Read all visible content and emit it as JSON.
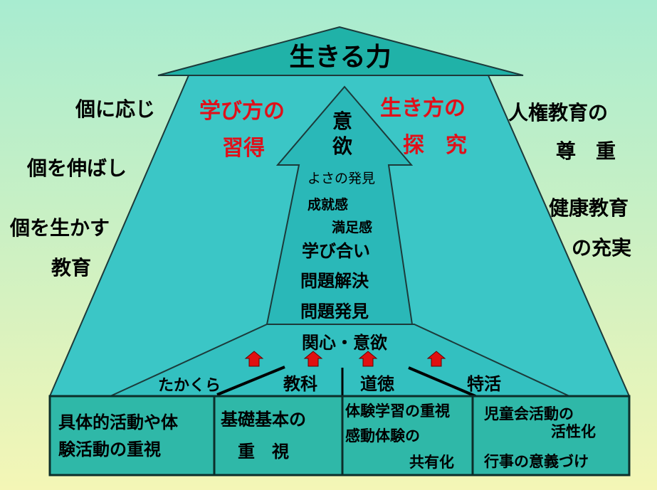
{
  "title": "生きる力",
  "left_labels": [
    "個に応じ",
    "個を伸ばし",
    "個を生かす",
    "教育"
  ],
  "right_labels": [
    "人権教育の",
    "尊　重",
    "健康教育",
    "の充実"
  ],
  "red_left": [
    "学び方の",
    "習得"
  ],
  "red_right": [
    "生き方の",
    "探　究"
  ],
  "arrow_head": [
    "意",
    "欲"
  ],
  "arrow_shaft": [
    "よさの発見",
    "成就感",
    "満足感",
    "学び合い",
    "問題解決",
    "問題発見"
  ],
  "base_label": "関心・意欲",
  "foundation": [
    "たかくら",
    "教科",
    "道徳",
    "特活"
  ],
  "boxes": [
    {
      "lines": [
        "具体的活動や体",
        "験活動の重視"
      ]
    },
    {
      "lines": [
        "基礎基本の",
        "重　視"
      ]
    },
    {
      "lines": [
        "体験学習の重視",
        "感動体験の",
        "共有化"
      ]
    },
    {
      "lines": [
        "児童会活動の",
        "活性化",
        "行事の意義づけ"
      ]
    }
  ],
  "colors": {
    "teal_fill": "#3bc6c6",
    "teal_head": "#20b2a8",
    "arrow_fill": "#2ab8b8",
    "outline": "#1c3a3a",
    "red_text": "#e0101a",
    "box_fill": "#2fb8a8",
    "small_arrow": "#e01010"
  }
}
